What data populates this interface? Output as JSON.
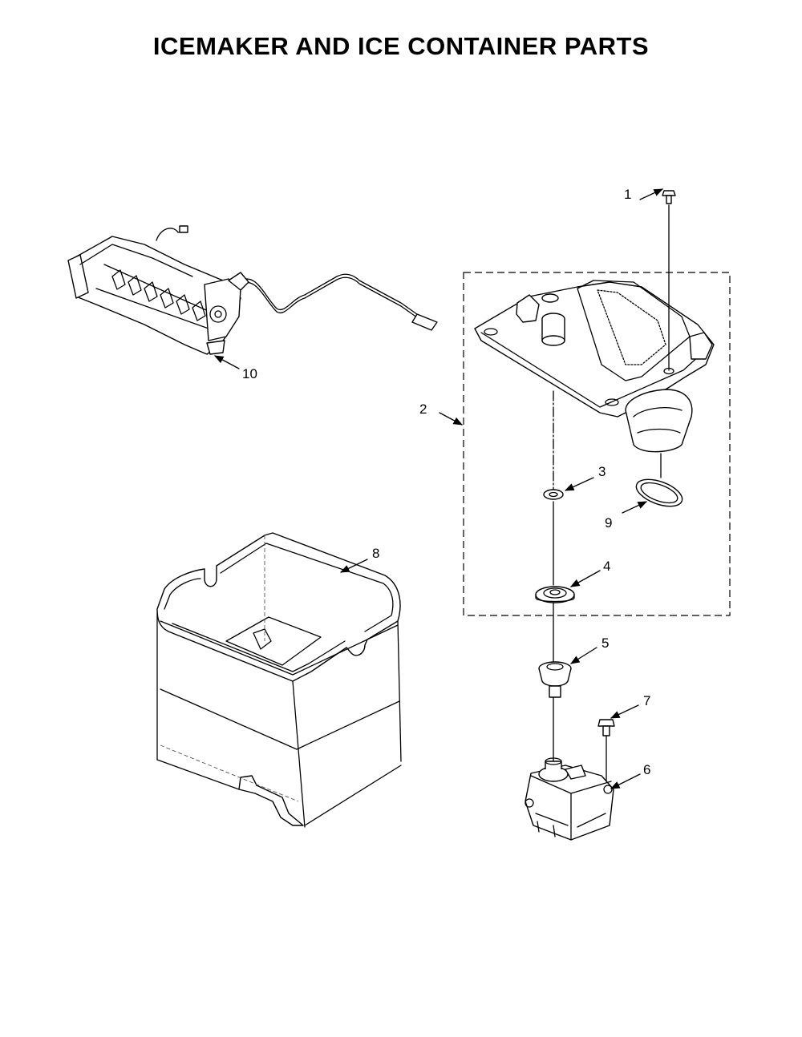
{
  "title": "ICEMAKER AND ICE CONTAINER PARTS",
  "callouts": [
    {
      "id": "1",
      "label": "1"
    },
    {
      "id": "2",
      "label": "2"
    },
    {
      "id": "3",
      "label": "3"
    },
    {
      "id": "4",
      "label": "4"
    },
    {
      "id": "5",
      "label": "5"
    },
    {
      "id": "6",
      "label": "6"
    },
    {
      "id": "7",
      "label": "7"
    },
    {
      "id": "8",
      "label": "8"
    },
    {
      "id": "9",
      "label": "9"
    },
    {
      "id": "10",
      "label": "10"
    }
  ]
}
